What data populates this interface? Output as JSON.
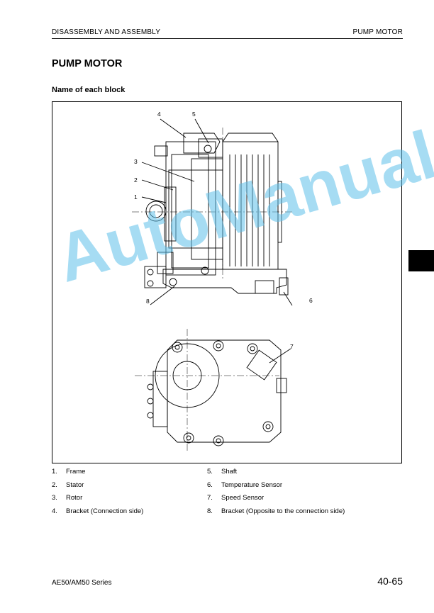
{
  "header": {
    "left": "DISASSEMBLY AND ASSEMBLY",
    "right": "PUMP MOTOR"
  },
  "title": "PUMP MOTOR",
  "subtitle": "Name of each block",
  "figure": {
    "callouts": [
      "1",
      "2",
      "3",
      "4",
      "5",
      "6",
      "7",
      "8"
    ]
  },
  "watermark": "AutoManual",
  "legend": [
    {
      "num": "1.",
      "label": "Frame"
    },
    {
      "num": "2.",
      "label": "Stator"
    },
    {
      "num": "3.",
      "label": "Rotor"
    },
    {
      "num": "4.",
      "label": "Bracket (Connection side)"
    },
    {
      "num": "5.",
      "label": "Shaft"
    },
    {
      "num": "6.",
      "label": "Temperature Sensor"
    },
    {
      "num": "7.",
      "label": "Speed Sensor"
    },
    {
      "num": "8.",
      "label": "Bracket (Opposite to the connection side)"
    }
  ],
  "footer": {
    "series": "AE50/AM50 Series",
    "page": "40-65"
  }
}
